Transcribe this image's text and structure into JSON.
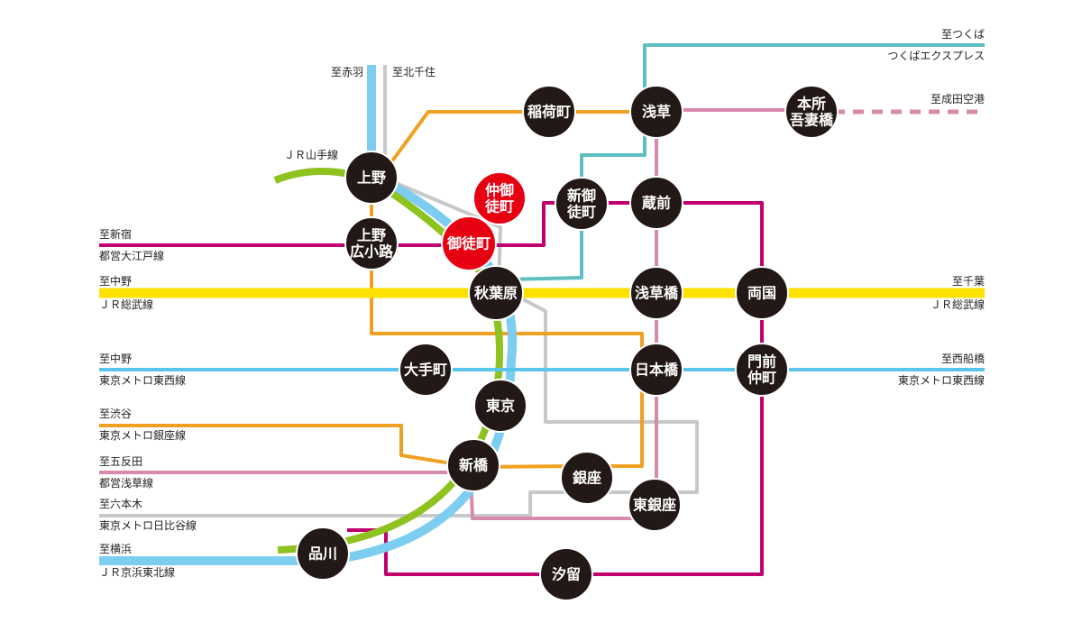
{
  "colors": {
    "yamanote": "#8dc21f",
    "keihin": "#7ccdf0",
    "hibiya": "#c8c8c8",
    "ginza": "#f0a020",
    "oedo": "#c0006e",
    "asakusa": "#d88aac",
    "sobu": "#ffe100",
    "tozai": "#5bc4ec",
    "tsukuba": "#5ebfc0",
    "station": "#221815",
    "highlight": "#e60012"
  },
  "labels": {
    "to_akabane": "至赤羽",
    "to_kitasenju": "至北千住",
    "yamanote": "ＪＲ山手線",
    "to_tsukuba": "至つくば",
    "tsukuba_express": "つくばエクスプレス",
    "to_narita": "至成田空港",
    "to_shinjuku": "至新宿",
    "oedo_line": "都営大江戸線",
    "to_nakano_sobu": "至中野",
    "sobu_line_left": "ＪＲ総武線",
    "to_chiba": "至千葉",
    "sobu_line_right": "ＪＲ総武線",
    "to_nakano_tozai": "至中野",
    "tozai_line_left": "東京メトロ東西線",
    "to_nishifunabashi": "至西船橋",
    "tozai_line_right": "東京メトロ東西線",
    "to_shibuya": "至渋谷",
    "ginza_line": "東京メトロ銀座線",
    "to_gotanda": "至五反田",
    "asakusa_line": "都営浅草線",
    "to_roppongi": "至六本木",
    "hibiya_line": "東京メトロ日比谷線",
    "to_yokohama": "至横浜",
    "keihin_line": "ＪＲ京浜東北線"
  },
  "stations": {
    "inaricho": [
      "稲荷町"
    ],
    "asakusa": [
      "浅草"
    ],
    "honjo": [
      "本所",
      "吾妻橋"
    ],
    "ueno": [
      "上野"
    ],
    "nakaokachimachi": [
      "仲御",
      "徒町"
    ],
    "shinokachimachi": [
      "新御",
      "徒町"
    ],
    "kuramae": [
      "蔵前"
    ],
    "uenohirokoji": [
      "上野",
      "広小路"
    ],
    "okachimachi": [
      "御徒町"
    ],
    "akihabara": [
      "秋葉原"
    ],
    "asakusabashi": [
      "浅草橋"
    ],
    "ryogoku": [
      "両国"
    ],
    "otemachi": [
      "大手町"
    ],
    "nihonbashi": [
      "日本橋"
    ],
    "monzennakacho": [
      "門前",
      "仲町"
    ],
    "tokyo": [
      "東京"
    ],
    "shimbashi": [
      "新橋"
    ],
    "ginza": [
      "銀座"
    ],
    "higashiginza": [
      "東銀座"
    ],
    "shinagawa": [
      "品川"
    ],
    "shiodome": [
      "汐留"
    ]
  }
}
